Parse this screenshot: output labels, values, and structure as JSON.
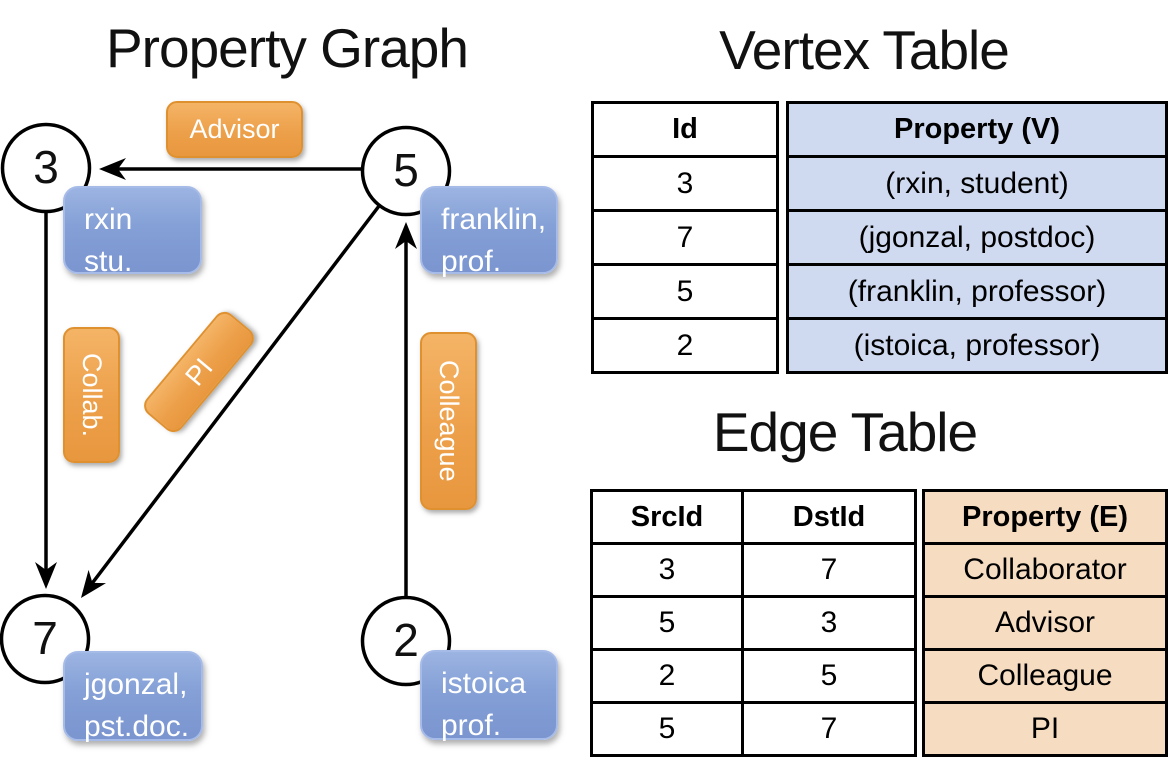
{
  "graph": {
    "title": "Property Graph",
    "nodes": {
      "n3": {
        "id": "3",
        "property_line1": "rxin",
        "property_line2": "stu."
      },
      "n5": {
        "id": "5",
        "property_line1": "franklin,",
        "property_line2": "prof."
      },
      "n7": {
        "id": "7",
        "property_line1": "jgonzal,",
        "property_line2": "pst.doc."
      },
      "n2": {
        "id": "2",
        "property_line1": "istoica",
        "property_line2": "prof."
      }
    },
    "edge_labels": {
      "advisor": "Advisor",
      "collab": "Collab.",
      "pi": "PI",
      "colleague": "Colleague"
    }
  },
  "vertex_table": {
    "title": "Vertex Table",
    "headers": {
      "id": "Id",
      "property": "Property (V)"
    },
    "rows": [
      {
        "id": "3",
        "property": "(rxin, student)"
      },
      {
        "id": "7",
        "property": "(jgonzal, postdoc)"
      },
      {
        "id": "5",
        "property": "(franklin, professor)"
      },
      {
        "id": "2",
        "property": "(istoica, professor)"
      }
    ]
  },
  "edge_table": {
    "title": "Edge Table",
    "headers": {
      "src": "SrcId",
      "dst": "DstId",
      "property": "Property (E)"
    },
    "rows": [
      {
        "src": "3",
        "dst": "7",
        "property": "Collaborator"
      },
      {
        "src": "5",
        "dst": "3",
        "property": "Advisor"
      },
      {
        "src": "2",
        "dst": "5",
        "property": "Colleague"
      },
      {
        "src": "5",
        "dst": "7",
        "property": "PI"
      }
    ]
  },
  "colors": {
    "edge_label_fill": "#eda04a",
    "vertex_label_fill": "#84a0d6",
    "vertex_property_bg": "#cfdaf1",
    "edge_property_bg": "#f6dcc1"
  }
}
